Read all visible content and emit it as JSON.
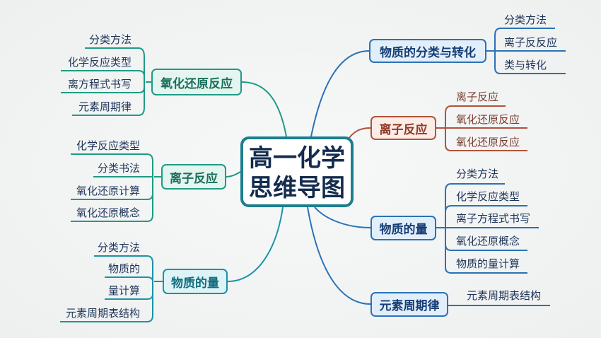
{
  "center": {
    "line1": "高一化学",
    "line2": "思维导图"
  },
  "left_branches": [
    {
      "label": "氧化还原反应",
      "color": "#1f9b84",
      "leaves": [
        "分类方法",
        "化学反应类型",
        "离方程式书写",
        "元素周期律"
      ]
    },
    {
      "label": "离子反应",
      "color": "#1f9b84",
      "leaves": [
        "化学反应类型",
        "分类书法",
        "氧化还原计算",
        "氧化还原概念"
      ]
    },
    {
      "label": "物质的量",
      "color": "#1a93a6",
      "leaves": [
        "分类方法",
        "物质的",
        "量计算",
        "元素周期表结构"
      ]
    }
  ],
  "right_branches": [
    {
      "label": "物质的分类与转化",
      "color": "#2a72b5",
      "leaves": [
        "分类方法",
        "离子反反应",
        "类与转化"
      ]
    },
    {
      "label": "离子反应",
      "color": "#b0533c",
      "leaves": [
        "离子反应",
        "氧化还原反应",
        "氧化还原反应"
      ]
    },
    {
      "label": "物质的量",
      "color": "#2a72b5",
      "leaves": [
        "分类方法",
        "化学反应类型",
        "离子方程式书写",
        "氧化还原概念",
        "物质的量计算"
      ]
    },
    {
      "label": "元素周期律",
      "color": "#2a72b5",
      "leaves": [
        "元素周期表结构"
      ]
    }
  ]
}
